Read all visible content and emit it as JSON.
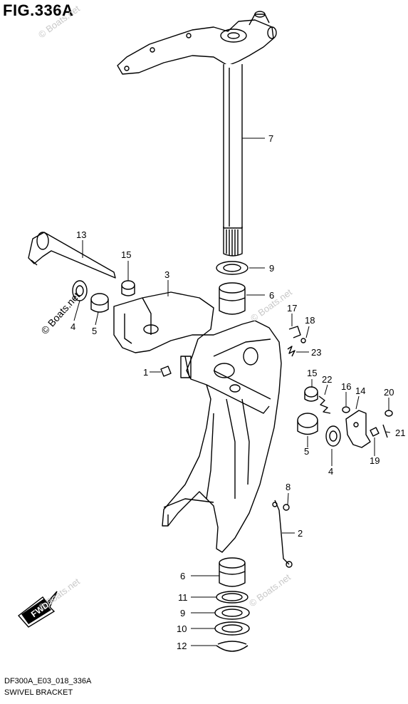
{
  "figure": {
    "title": "FIG.336A",
    "code": "DF300A_E03_018_336A",
    "name": "SWIVEL BRACKET"
  },
  "watermark": "© Boats.net",
  "fwd_label": "FWD",
  "callouts": [
    "7",
    "13",
    "15",
    "3",
    "9",
    "6",
    "17",
    "18",
    "4",
    "5",
    "23",
    "1",
    "15",
    "22",
    "16",
    "14",
    "20",
    "5",
    "21",
    "4",
    "19",
    "8",
    "2",
    "6",
    "11",
    "9",
    "10",
    "12"
  ]
}
